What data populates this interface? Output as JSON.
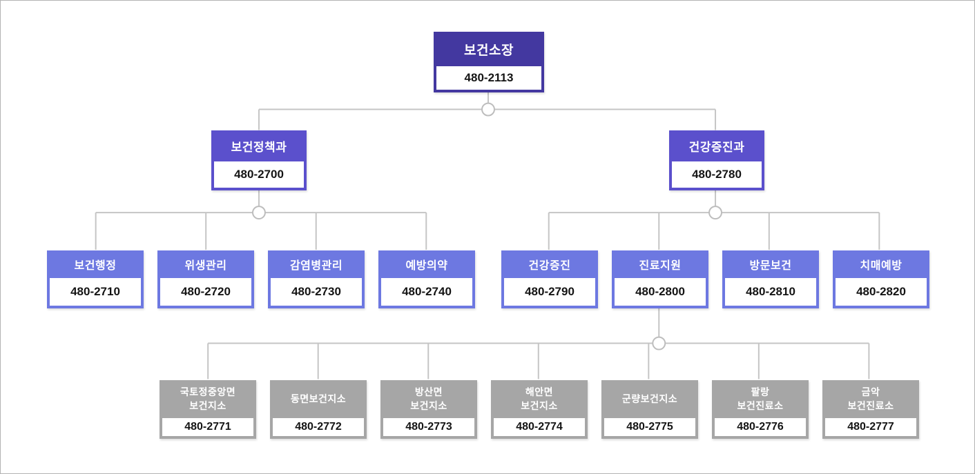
{
  "org_chart": {
    "root": {
      "title": "보건소장",
      "phone": "480-2113"
    },
    "divisions": [
      {
        "title": "보건정책과",
        "phone": "480-2700",
        "teams": [
          {
            "title": "보건행정",
            "phone": "480-2710"
          },
          {
            "title": "위생관리",
            "phone": "480-2720"
          },
          {
            "title": "감염병관리",
            "phone": "480-2730"
          },
          {
            "title": "예방의약",
            "phone": "480-2740"
          }
        ]
      },
      {
        "title": "건강증진과",
        "phone": "480-2780",
        "teams": [
          {
            "title": "건강증진",
            "phone": "480-2790"
          },
          {
            "title": "진료지원",
            "phone": "480-2800"
          },
          {
            "title": "방문보건",
            "phone": "480-2810"
          },
          {
            "title": "치매예방",
            "phone": "480-2820"
          }
        ]
      }
    ],
    "branches": [
      {
        "title": "국토정중앙면\n보건지소",
        "phone": "480-2771"
      },
      {
        "title": "동면보건지소",
        "phone": "480-2772"
      },
      {
        "title": "방산면\n보건지소",
        "phone": "480-2773"
      },
      {
        "title": "해안면\n보건지소",
        "phone": "480-2774"
      },
      {
        "title": "군량보건지소",
        "phone": "480-2775"
      },
      {
        "title": "팔랑\n보건진료소",
        "phone": "480-2776"
      },
      {
        "title": "금악\n보건진료소",
        "phone": "480-2777"
      }
    ],
    "colors": {
      "root_header": "#4338a0",
      "division_header": "#5b50cc",
      "team_header": "#6d78e1",
      "branch_header": "#a6a6a6",
      "connector_line": "#c5c5c5"
    }
  }
}
